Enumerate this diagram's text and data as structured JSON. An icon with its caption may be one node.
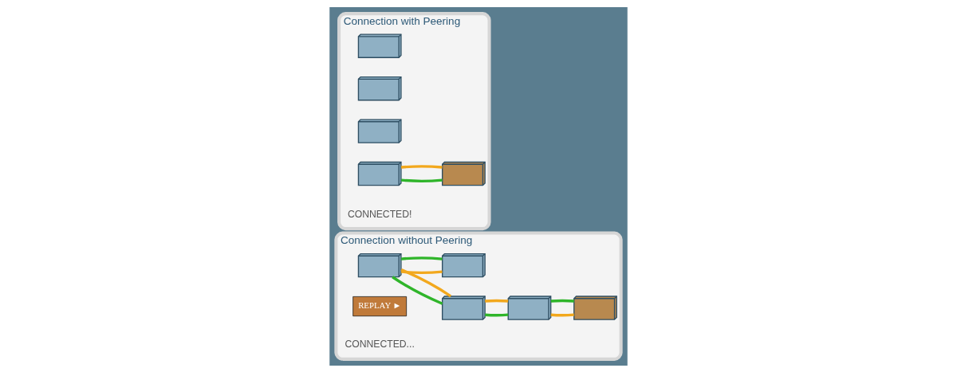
{
  "diagram": {
    "nodes": [
      {
        "text": [
          "Connection without Peering"
        ]
      },
      {
        "text": [],
        "shape": "picture",
        "in": 0
      },
      {
        "text": [],
        "shape": "picture",
        "in": 0
      },
      {
        "text": [],
        "shape": "picture",
        "in": 0
      },
      {
        "text": [],
        "shape": "picture",
        "in": 0
      },
      {
        "text": [],
        "shape": "picture",
        "in": 0
      },
      {
        "text": [
          "REPLAY ►"
        ],
        "in": 0
      },
      {
        "text": [
          "Connection with Peering"
        ]
      },
      {
        "text": [],
        "shape": "picture",
        "in": 7
      },
      {
        "text": [],
        "shape": "picture",
        "in": 7
      },
      {
        "text": [],
        "shape": "picture",
        "in": 7
      },
      {
        "text": [],
        "shape": "picture",
        "in": 7
      },
      {
        "text": [],
        "shape": "picture",
        "in": 7
      }
    ],
    "edges": [
      {
        "from": 1,
        "to": 2,
        "arrow": "none",
        "color": "#2fb52a"
      },
      {
        "from": 1,
        "to": 2,
        "arrow": "none",
        "color": "#f2a81d"
      },
      {
        "from": 2,
        "to": 3,
        "arrow": "none",
        "color": "#2fb52a"
      },
      {
        "from": 2,
        "to": 3,
        "arrow": "none",
        "color": "#f2a81d"
      },
      {
        "from": 3,
        "to": 5,
        "arrow": "none",
        "color": "#f2a81d"
      },
      {
        "from": 3,
        "to": 5,
        "arrow": "none",
        "color": "#2fb52a"
      },
      {
        "from": 1,
        "to": 4,
        "arrow": "none",
        "color": "#f2a81d"
      },
      {
        "from": 1,
        "to": 4,
        "arrow": "none",
        "color": "#2fb52a"
      },
      {
        "from": 11,
        "to": 12,
        "arrow": "none",
        "color": "#2fb52a"
      },
      {
        "from": 11,
        "to": 12,
        "arrow": "none",
        "color": "#f2a81d"
      }
    ],
    "labels": [
      "CONNECTED...",
      "CONNECTED!"
    ]
  }
}
